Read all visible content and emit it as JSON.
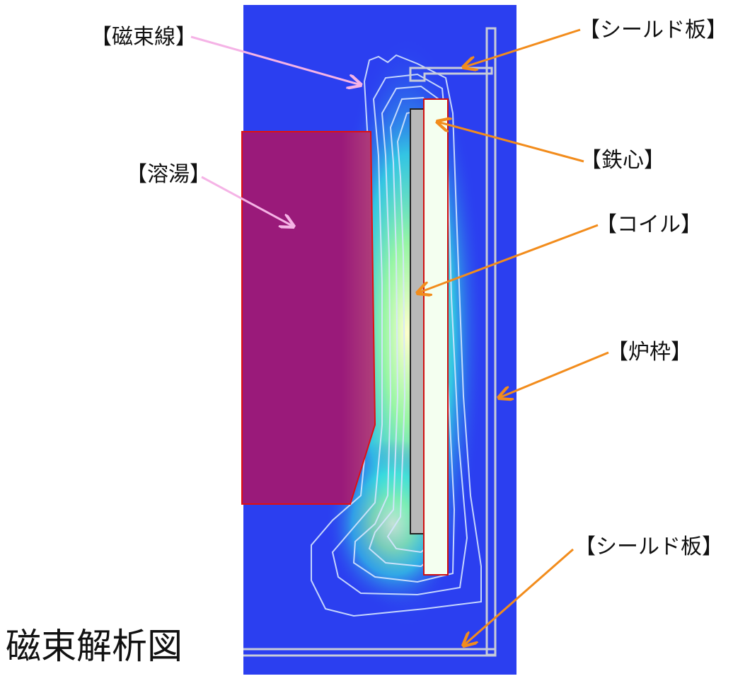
{
  "title": "磁束解析図",
  "labels": {
    "flux_lines": "【磁束線】",
    "shield_top": "【シールド板】",
    "core": "【鉄心】",
    "melt": "【溶湯】",
    "coil": "【コイル】",
    "frame": "【炉枠】",
    "shield_bottom": "【シールド板】"
  },
  "colors": {
    "field_background": "#2b3ff0",
    "melt": "#9a1a7a",
    "melt_border": "#e01010",
    "coil_fill": "#b8b8b8",
    "core_fill": "#f4fff0",
    "shield": "#c8ccd8",
    "flux_contour": "#d6e6ff",
    "field_glow": "#7dff9a",
    "arrow_orange": "#f28c1c",
    "arrow_pink": "#f5b3e6"
  }
}
